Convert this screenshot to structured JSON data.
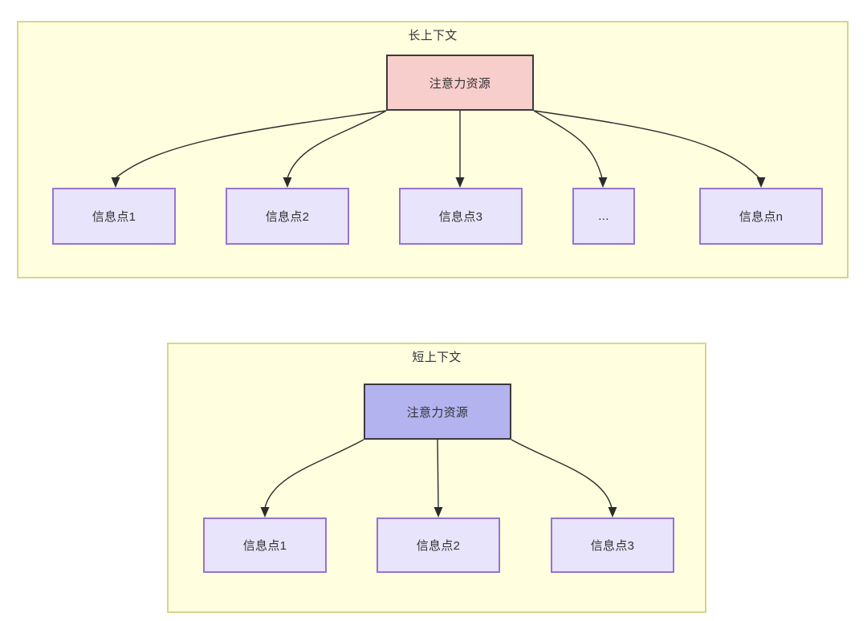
{
  "diagram": {
    "title_long": "长上下文",
    "title_short": "短上下文",
    "colors": {
      "container_fill": "#ffffe0",
      "container_border": "#d6d68a",
      "attention_long_fill": "#f8cecc",
      "attention_short_fill": "#b3b3ef",
      "attention_border": "#3a3a3a",
      "info_fill": "#e8e4fb",
      "info_border": "#9673d3",
      "edge_stroke": "#2c2c2c",
      "text": "#333333"
    },
    "sections": [
      {
        "id": "long-context",
        "title": "长上下文",
        "root": {
          "label": "注意力资源"
        },
        "children": [
          {
            "label": "信息点1"
          },
          {
            "label": "信息点2"
          },
          {
            "label": "信息点3"
          },
          {
            "label": "..."
          },
          {
            "label": "信息点n"
          }
        ]
      },
      {
        "id": "short-context",
        "title": "短上下文",
        "root": {
          "label": "注意力资源"
        },
        "children": [
          {
            "label": "信息点1"
          },
          {
            "label": "信息点2"
          },
          {
            "label": "信息点3"
          }
        ]
      }
    ]
  }
}
